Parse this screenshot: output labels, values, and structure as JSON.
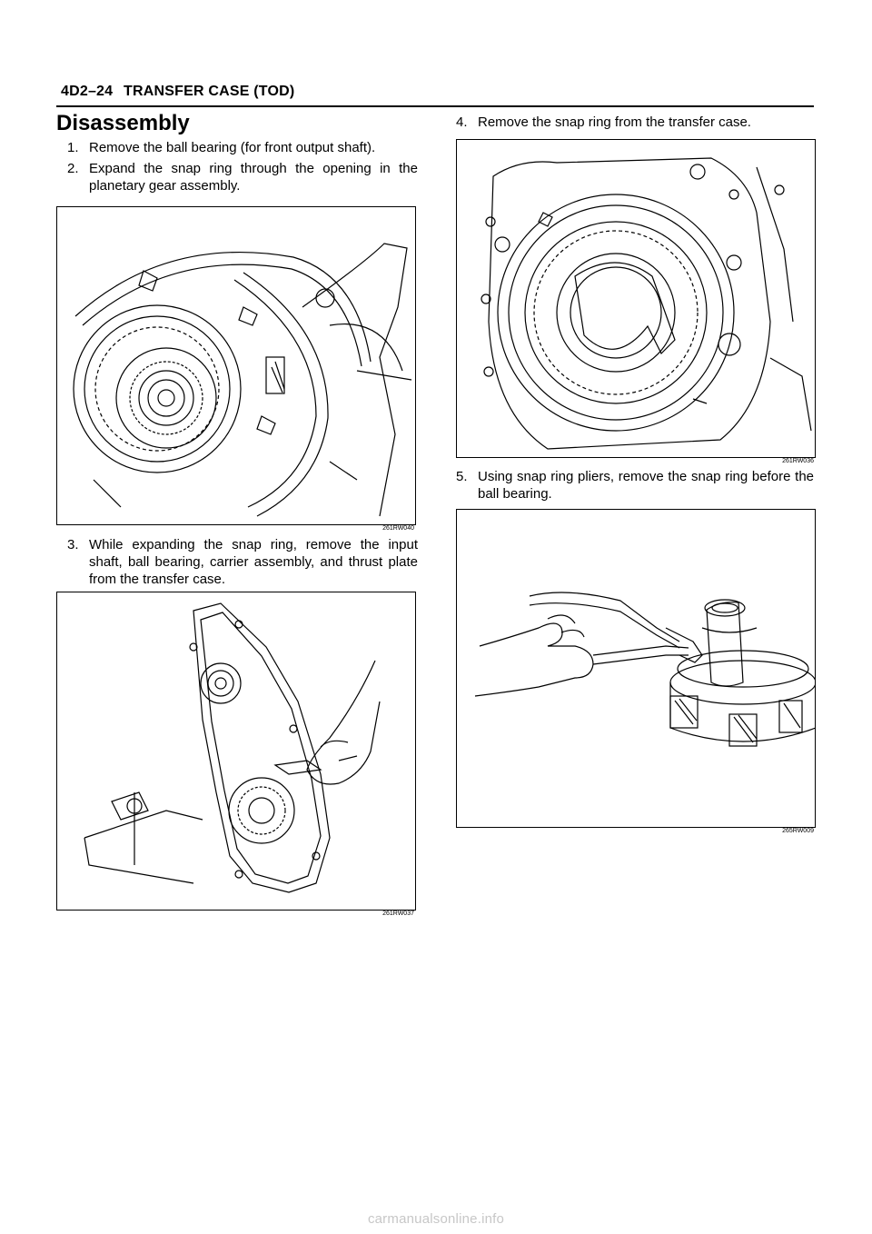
{
  "header": {
    "section_code": "4D2–24",
    "section_title": "TRANSFER CASE (TOD)"
  },
  "title": "Disassembly",
  "steps": [
    {
      "num": "1.",
      "text": "Remove the ball bearing (for front output shaft)."
    },
    {
      "num": "2.",
      "text": "Expand the snap ring through the opening in the planetary gear assembly."
    },
    {
      "num": "3.",
      "text": "While expanding the snap ring, remove the input shaft, ball bearing, carrier assembly, and thrust plate from the transfer case."
    },
    {
      "num": "4.",
      "text": "Remove the snap ring from the transfer case."
    },
    {
      "num": "5.",
      "text": "Using snap ring pliers, remove the snap ring before the ball bearing."
    }
  ],
  "figures": [
    {
      "code": "261RW040"
    },
    {
      "code": "261RW037"
    },
    {
      "code": "261RW036"
    },
    {
      "code": "265RW009"
    }
  ],
  "footer": "carmanualsonline.info"
}
